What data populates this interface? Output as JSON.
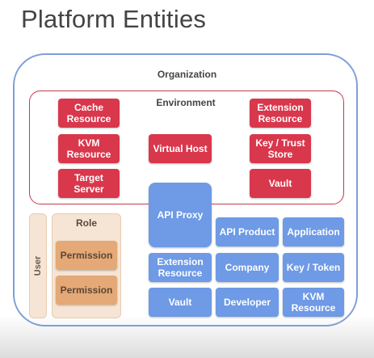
{
  "title": "Platform Entities",
  "organization": {
    "label": "Organization",
    "environment": {
      "label": "Environment",
      "entities": {
        "cache": "Cache\nResource",
        "kvm": "KVM\nResource",
        "target": "Target\nServer",
        "virtual_host": "Virtual Host",
        "extension": "Extension\nResource",
        "keystore": "Key / Trust\nStore",
        "vault": "Vault"
      }
    },
    "user": {
      "label": "User"
    },
    "role": {
      "label": "Role",
      "permissions": [
        "Permission",
        "Permission"
      ]
    },
    "org_entities": {
      "api_proxy": "API Proxy",
      "api_product": "API Product",
      "application": "Application",
      "extension": "Extension\nResource",
      "company": "Company",
      "key_token": "Key / Token",
      "vault": "Vault",
      "developer": "Developer",
      "kvm": "KVM\nResource"
    }
  },
  "colors": {
    "environment_entity": "#d9374c",
    "organization_entity": "#6e9ae6",
    "permission": "#e4a976",
    "role_panel": "#f6e5d4",
    "organization_border": "#7f9fd6",
    "environment_border": "#c23b4a"
  }
}
